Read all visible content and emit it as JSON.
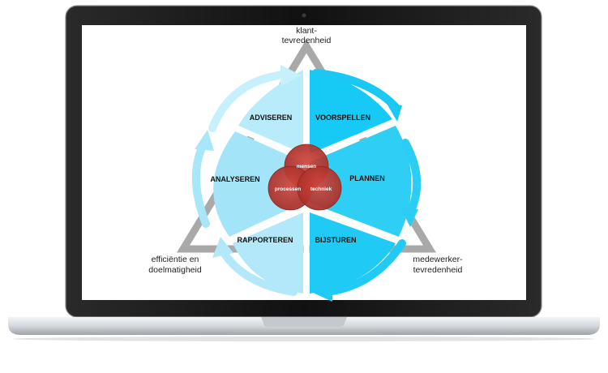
{
  "diagram": {
    "corners": {
      "top": [
        "klant-",
        "tevredenheid"
      ],
      "left": [
        "efficiëntie en",
        "doelmatigheid"
      ],
      "right": [
        "medewerker-",
        "tevredenheid"
      ]
    },
    "segments": {
      "adviseren": "ADVISEREN",
      "voorspellen": "VOORSPELLEN",
      "plannen": "PLANNEN",
      "bijsturen": "BIJSTUREN",
      "rapporteren": "RAPPORTEREN",
      "analyseren": "ANALYSEREN"
    },
    "venn": {
      "top": "mensen",
      "left": "processen",
      "right": "techniek"
    },
    "colors": {
      "left_light": "#b9ecfb",
      "left_mid": "#a3e4f8",
      "right_deep": "#16c8f4",
      "right_mid": "#2fcff5",
      "venn": "#b3332c",
      "triangle": "#a9a9a9"
    }
  }
}
